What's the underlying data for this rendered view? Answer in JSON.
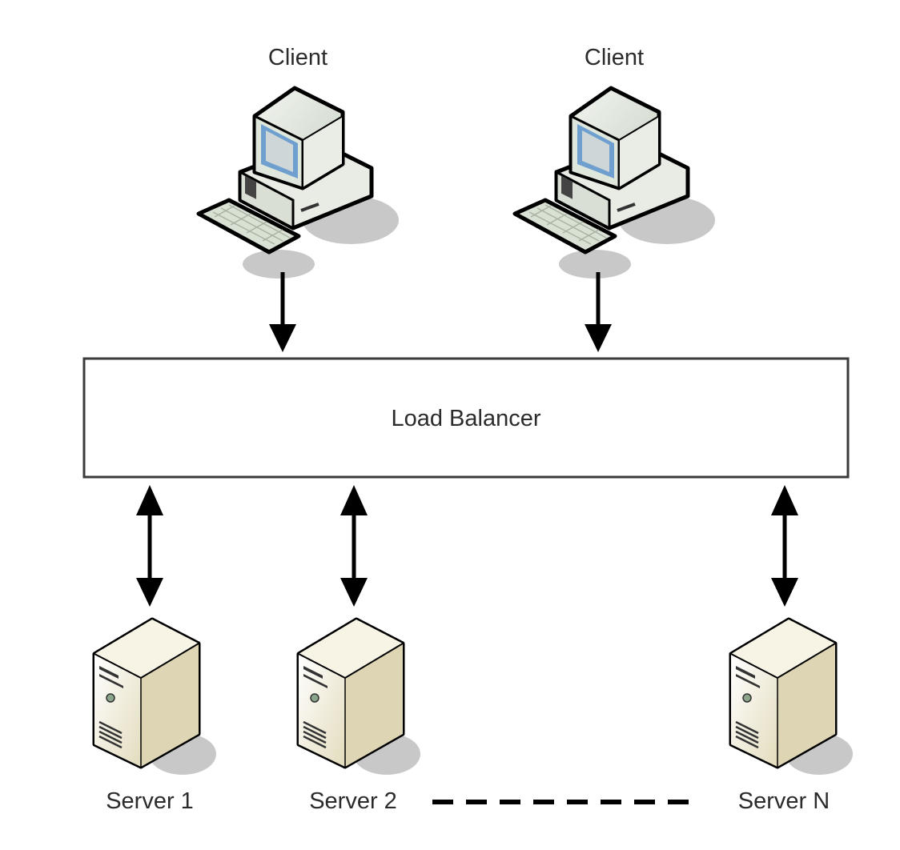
{
  "diagram": {
    "title": "Load balancing architecture",
    "clients": [
      {
        "label": "Client",
        "icon": "desktop-computer-icon"
      },
      {
        "label": "Client",
        "icon": "desktop-computer-icon"
      }
    ],
    "load_balancer": {
      "label": "Load Balancer"
    },
    "servers": [
      {
        "label": "Server 1",
        "icon": "server-tower-icon"
      },
      {
        "label": "Server 2",
        "icon": "server-tower-icon"
      },
      {
        "label": "Server N",
        "icon": "server-tower-icon"
      }
    ],
    "connections": [
      {
        "from": "Client",
        "to": "Load Balancer",
        "direction": "one-way"
      },
      {
        "from": "Client",
        "to": "Load Balancer",
        "direction": "one-way"
      },
      {
        "from": "Load Balancer",
        "to": "Server 1",
        "direction": "two-way"
      },
      {
        "from": "Load Balancer",
        "to": "Server 2",
        "direction": "two-way"
      },
      {
        "from": "Load Balancer",
        "to": "Server N",
        "direction": "two-way"
      }
    ],
    "ellipsis_between": [
      "Server 2",
      "Server N"
    ],
    "colors": {
      "line": "#000000",
      "text": "#2b2b2b",
      "screen": "#6f9fce",
      "computer_body": "#dfe6dc",
      "server_body": "#ece6cf",
      "shadow": "#c8c8c8"
    }
  }
}
